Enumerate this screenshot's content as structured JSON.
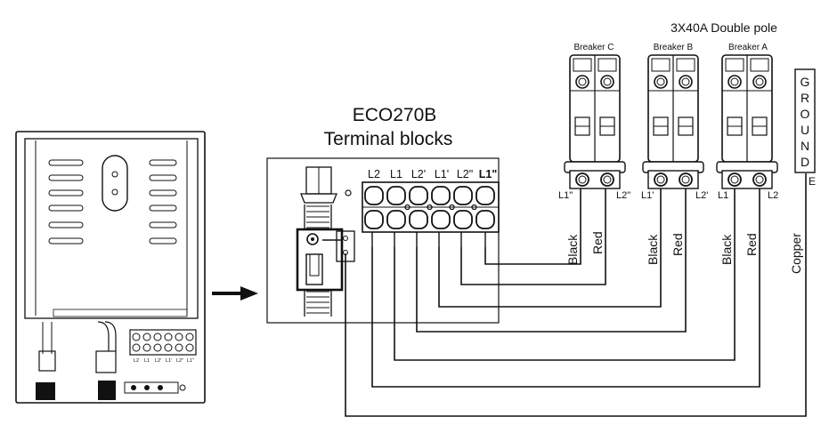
{
  "title": {
    "product": "ECO270B",
    "subtitle": "Terminal blocks",
    "breaker_spec": "3X40A Double pole"
  },
  "terminal_labels": [
    "L2",
    "L1",
    "L2'",
    "L1'",
    "L2\"",
    "L1\""
  ],
  "heater_terminal_labels": [
    "L2",
    "L1",
    "L2'",
    "L1'",
    "L2\"",
    "L1\""
  ],
  "breakers": [
    {
      "name": "Breaker C",
      "left_terminal": "L1\"",
      "right_terminal": "L2\""
    },
    {
      "name": "Breaker B",
      "left_terminal": "L1'",
      "right_terminal": "L2'"
    },
    {
      "name": "Breaker A",
      "left_terminal": "L1",
      "right_terminal": "L2"
    }
  ],
  "wire_colors": {
    "black": "Black",
    "red": "Red",
    "copper": "Copper"
  },
  "ground": {
    "letters": [
      "G",
      "R",
      "O",
      "U",
      "N",
      "D"
    ],
    "terminal": "E"
  }
}
